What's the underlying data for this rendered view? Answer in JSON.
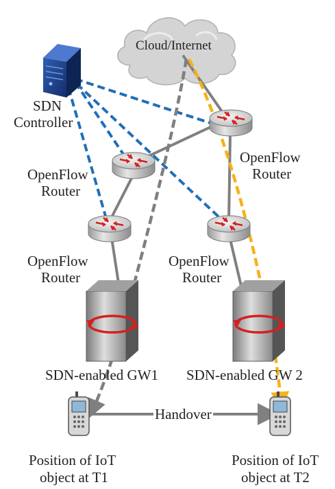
{
  "labels": {
    "cloud": "Cloud/Internet",
    "controller": [
      "SDN",
      "Controller"
    ],
    "router_a": [
      "OpenFlow",
      "Router"
    ],
    "router_b": [
      "OpenFlow",
      "Router"
    ],
    "router_c": [
      "OpenFlow",
      "Router"
    ],
    "router_d": [
      "OpenFlow",
      "Router"
    ],
    "gw1": "SDN-enabled GW1",
    "gw2": "SDN-enabled GW 2",
    "handover": "Handover",
    "pos_t1": [
      "Position of IoT",
      "object at T1"
    ],
    "pos_t2": [
      "Position of IoT",
      "object at T2"
    ]
  },
  "colors": {
    "control_link": "#1f6fb8",
    "data_link": "#808080",
    "flow_t1": "#7f7f7f",
    "flow_t2": "#f5b21c",
    "router_arrow": "#d42020"
  },
  "icons": [
    "cloud-icon",
    "server-icon",
    "router-icon",
    "gateway-icon",
    "phone-icon"
  ]
}
